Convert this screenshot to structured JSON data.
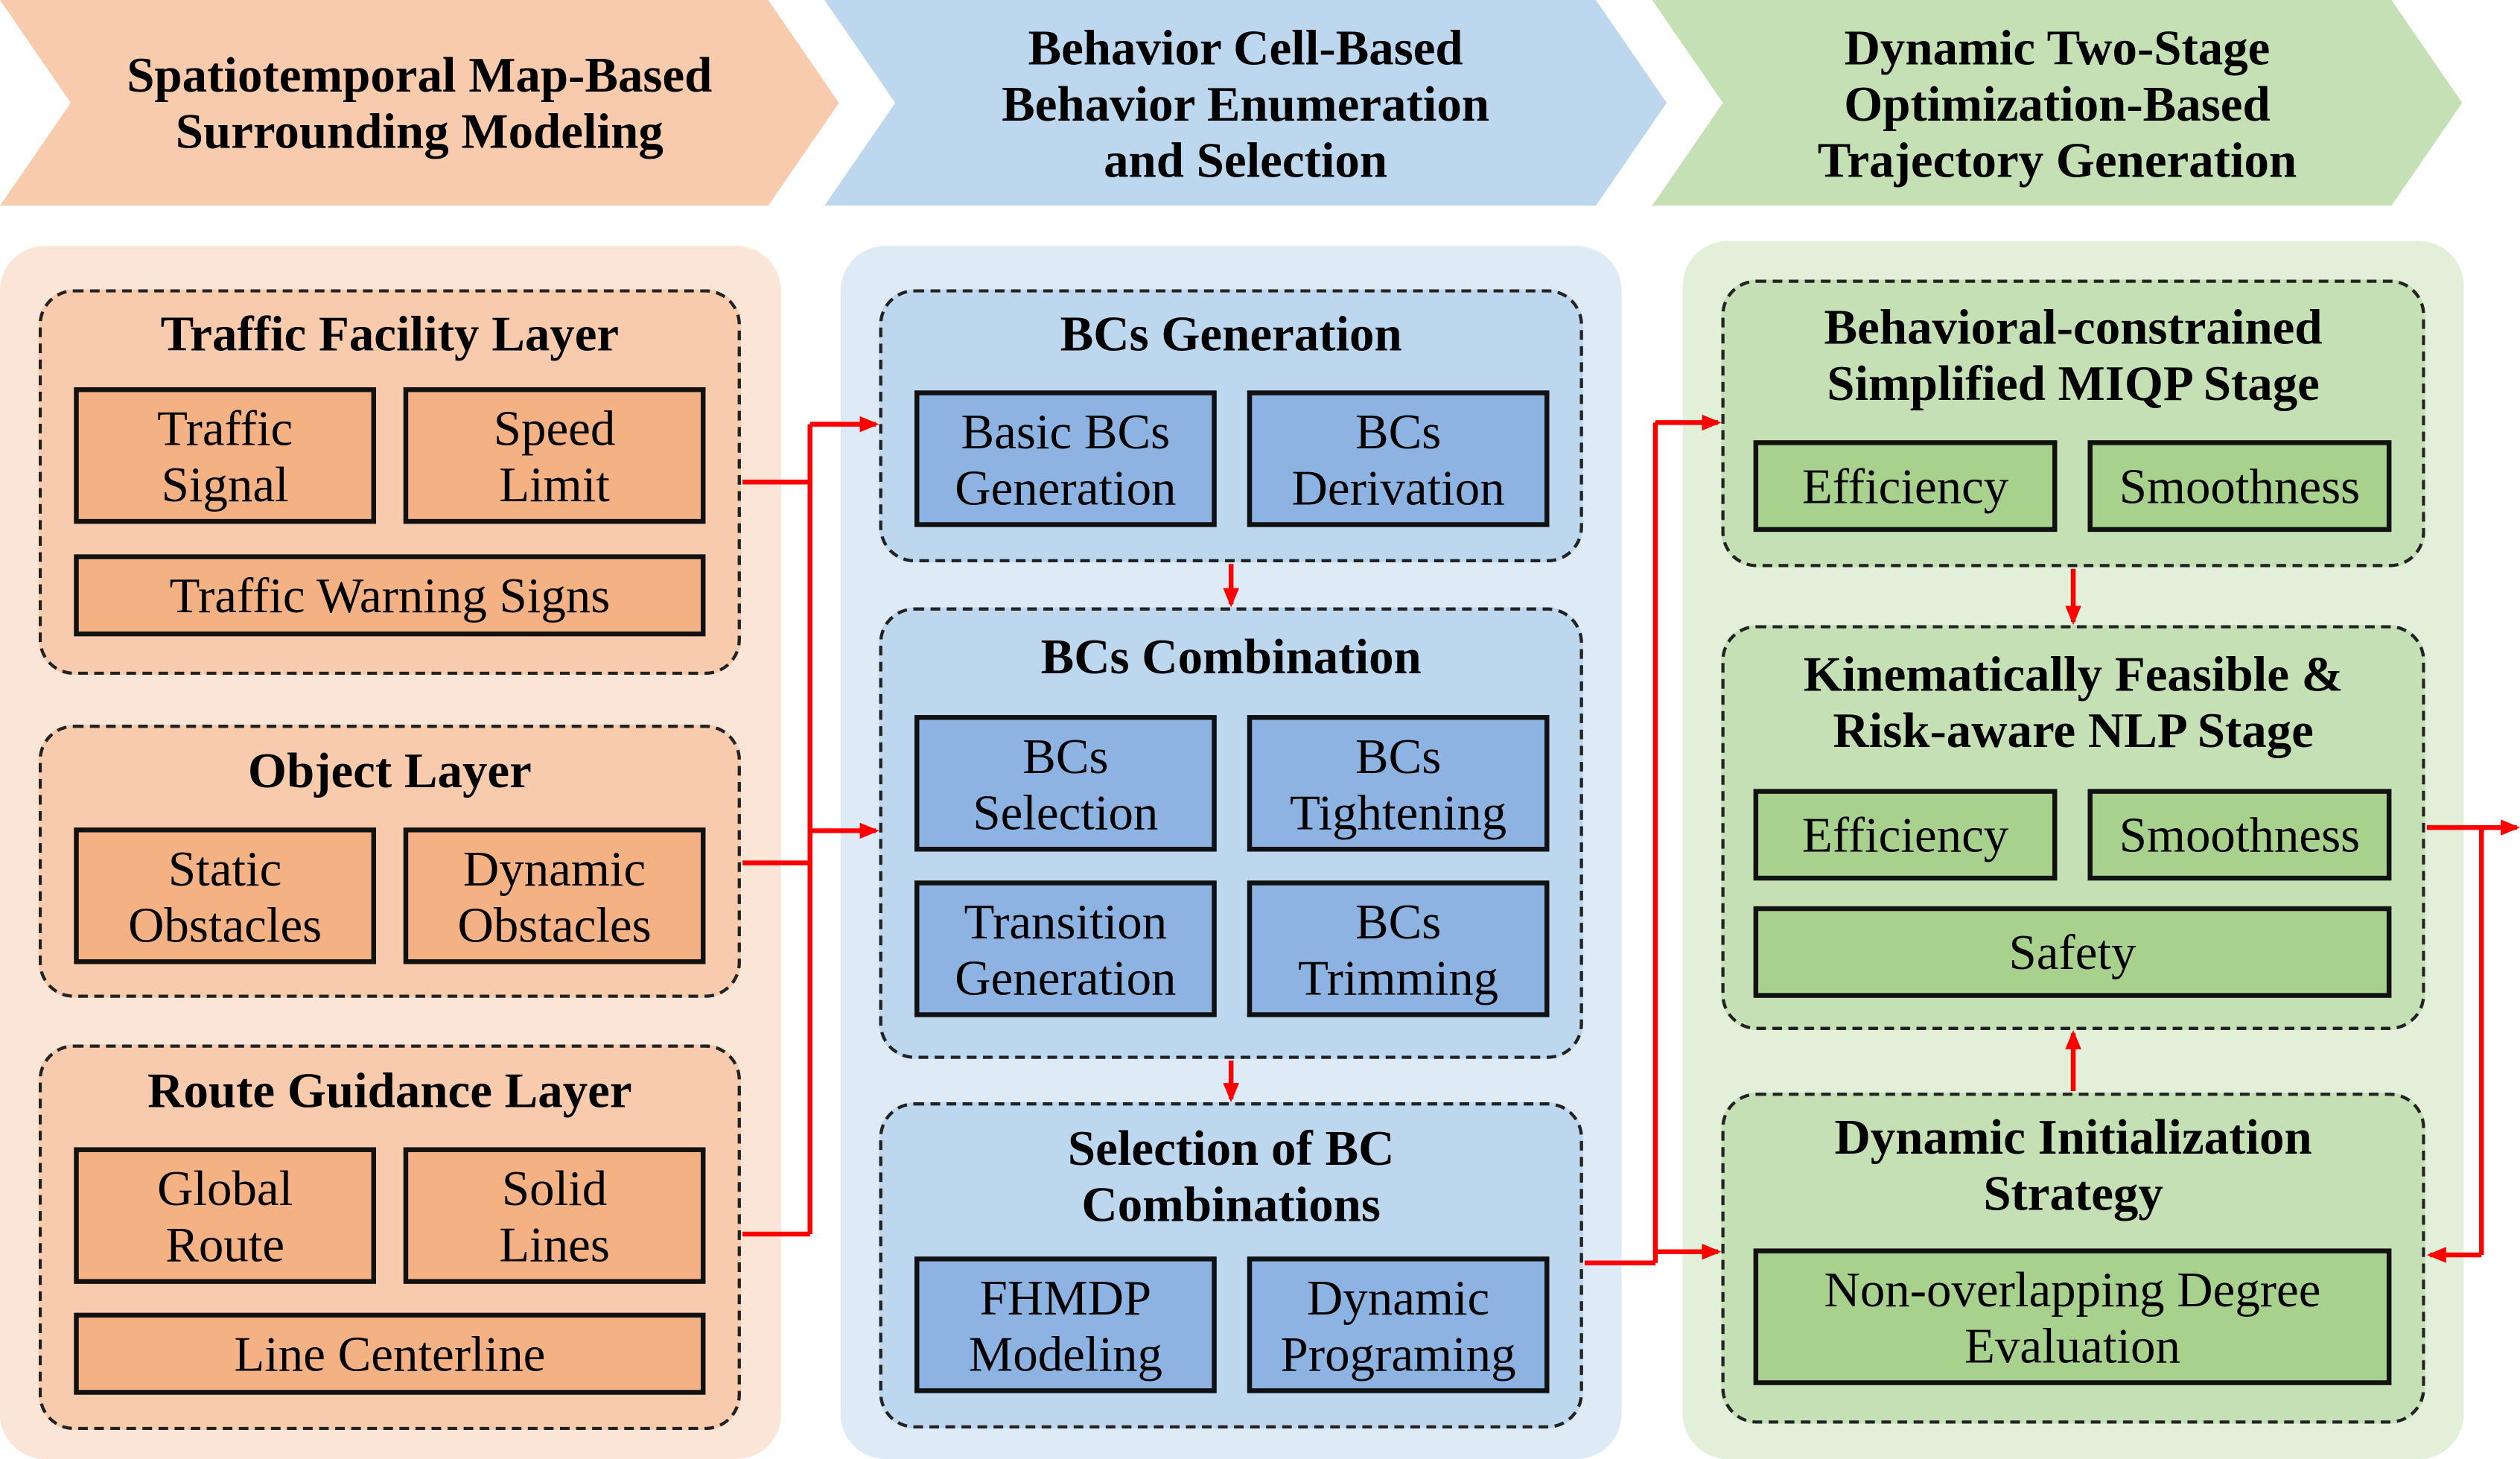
{
  "headers": {
    "col1": "Spatiotemporal Map-Based\nSurrounding Modeling",
    "col2": "Behavior Cell-Based\nBehavior Enumeration\nand Selection",
    "col3": "Dynamic Two-Stage\nOptimization-Based\nTrajectory Generation"
  },
  "col1": {
    "traffic_facility": {
      "title": "Traffic Facility Layer",
      "traffic_signal": "Traffic\nSignal",
      "speed_limit": "Speed\nLimit",
      "warning_signs": "Traffic Warning Signs"
    },
    "object": {
      "title": "Object Layer",
      "static": "Static\nObstacles",
      "dynamic": "Dynamic\nObstacles"
    },
    "route": {
      "title": "Route Guidance Layer",
      "global_route": "Global\nRoute",
      "solid_lines": "Solid\nLines",
      "centerline": "Line Centerline"
    }
  },
  "col2": {
    "generation": {
      "title": "BCs Generation",
      "basic": "Basic BCs\nGeneration",
      "derivation": "BCs\nDerivation"
    },
    "combination": {
      "title": "BCs Combination",
      "selection": "BCs\nSelection",
      "tightening": "BCs\nTightening",
      "transition": "Transition\nGeneration",
      "trimming": "BCs\nTrimming"
    },
    "selection": {
      "title": "Selection of BC\nCombinations",
      "fhmdp": "FHMDP\nModeling",
      "dp": "Dynamic\nPrograming"
    }
  },
  "col3": {
    "miqp": {
      "title": "Behavioral-constrained\nSimplified MIQP Stage",
      "efficiency": "Efficiency",
      "smoothness": "Smoothness"
    },
    "nlp": {
      "title": "Kinematically Feasible &\nRisk-aware NLP Stage",
      "efficiency": "Efficiency",
      "smoothness": "Smoothness",
      "safety": "Safety"
    },
    "init": {
      "title": "Dynamic Initialization\nStrategy",
      "evaluation": "Non-overlapping Degree\nEvaluation"
    }
  },
  "colors": {
    "header_orange": "#f8cbad",
    "header_blue": "#bdd7ee",
    "header_green": "#c5e0b4",
    "panel_orange": "#fbe5d6",
    "panel_blue": "#deebf7",
    "panel_green": "#e2f0d9",
    "group_orange": "#f8cbad",
    "group_blue": "#bdd7ee",
    "group_green": "#c5e0b4",
    "box_orange": "#f4b183",
    "box_blue": "#8db3e2",
    "box_green": "#a9d18e",
    "arrow": "#ff0000"
  }
}
